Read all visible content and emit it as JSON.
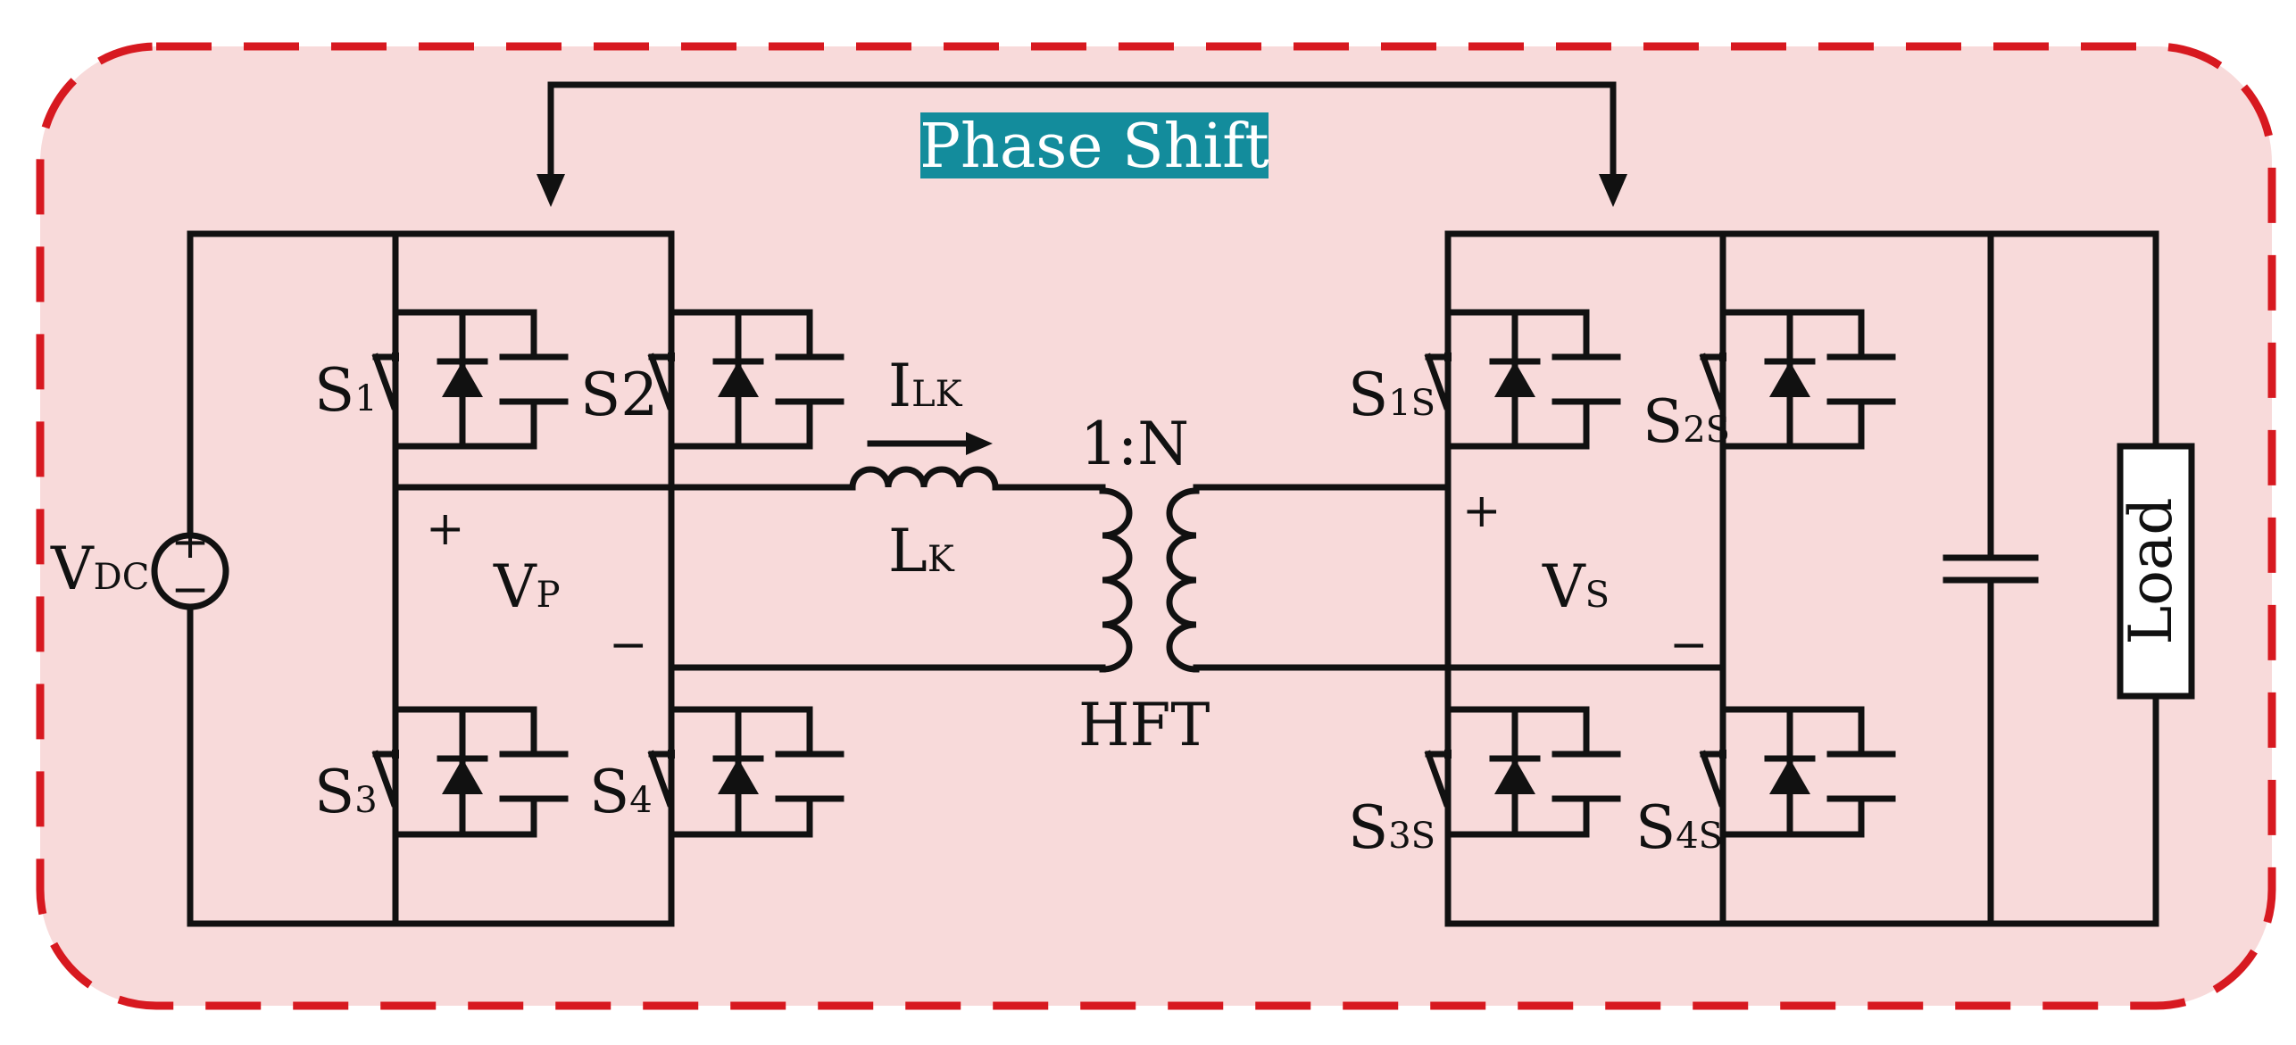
{
  "colors": {
    "panel_fill": "#f8dada",
    "panel_border": "#d71920",
    "phase_shift_bg": "#138c9c",
    "phase_shift_text": "#ffffff",
    "wire": "#111111"
  },
  "phase_shift": {
    "label": "Phase Shift"
  },
  "source": {
    "main": "V",
    "sub": "DC",
    "plus": "+",
    "minus": "−"
  },
  "primary": {
    "switches": [
      {
        "main": "S",
        "sub": "1"
      },
      {
        "main": "S",
        "sub": "2",
        "size": "same"
      },
      {
        "main": "S",
        "sub": "3"
      },
      {
        "main": "S",
        "sub": "4"
      }
    ],
    "voltage": {
      "main": "V",
      "sub": "P",
      "plus": "+",
      "minus": "−"
    }
  },
  "link": {
    "current": {
      "main": "I",
      "sub": "LK"
    },
    "inductor": {
      "main": "L",
      "sub": "K"
    },
    "ratio": "1:N",
    "transformer": "HFT"
  },
  "secondary": {
    "switches": [
      {
        "main": "S",
        "sub": "1S"
      },
      {
        "main": "S",
        "sub": "2S"
      },
      {
        "main": "S",
        "sub": "3S"
      },
      {
        "main": "S",
        "sub": "4S"
      }
    ],
    "voltage": {
      "main": "V",
      "sub": "S",
      "plus": "+",
      "minus": "−"
    }
  },
  "load": {
    "label": "Load"
  }
}
